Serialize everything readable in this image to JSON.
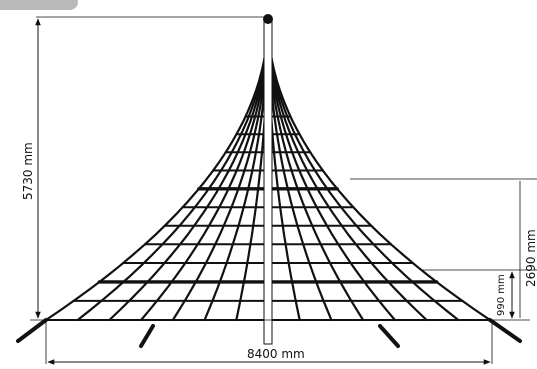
{
  "badge": {
    "label": ""
  },
  "dimensions": {
    "total_height": "5730 mm",
    "platform_height": "2690 mm",
    "lower_ring_height": "990 mm",
    "base_width": "8400 mm"
  }
}
